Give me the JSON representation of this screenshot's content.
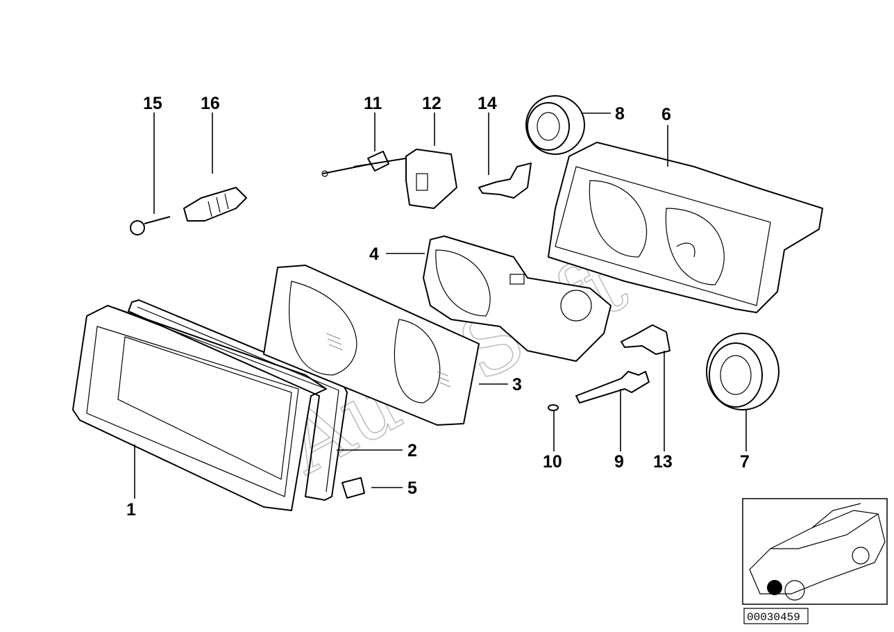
{
  "callouts": [
    {
      "id": "1",
      "label": "1"
    },
    {
      "id": "2",
      "label": "2"
    },
    {
      "id": "3",
      "label": "3"
    },
    {
      "id": "4",
      "label": "4"
    },
    {
      "id": "5",
      "label": "5"
    },
    {
      "id": "6",
      "label": "6"
    },
    {
      "id": "7",
      "label": "7"
    },
    {
      "id": "8",
      "label": "8"
    },
    {
      "id": "9",
      "label": "9"
    },
    {
      "id": "10",
      "label": "10"
    },
    {
      "id": "11",
      "label": "11"
    },
    {
      "id": "12",
      "label": "12"
    },
    {
      "id": "13",
      "label": "13"
    },
    {
      "id": "14",
      "label": "14"
    },
    {
      "id": "15",
      "label": "15"
    },
    {
      "id": "16",
      "label": "16"
    }
  ],
  "watermark": "AutoSoft",
  "diagram_number": "00030459",
  "thumbnail": {
    "marker_color": "#000000"
  }
}
